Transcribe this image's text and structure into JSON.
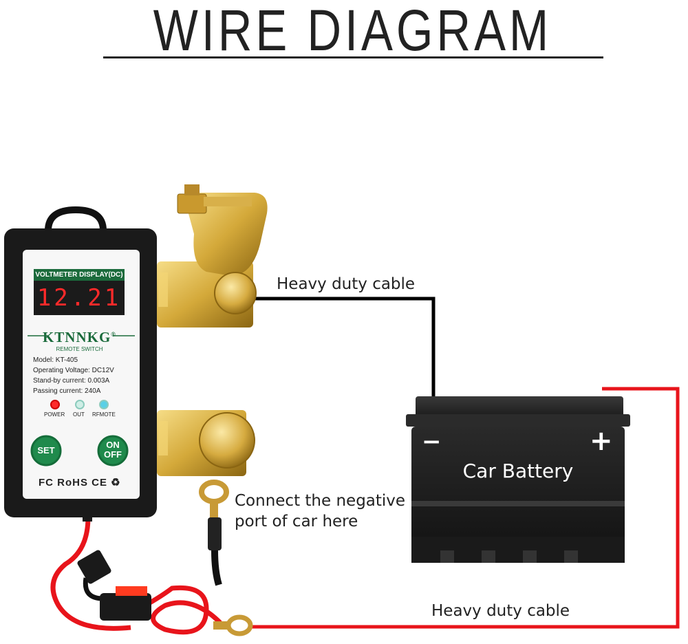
{
  "title": "WIRE DIAGRAM",
  "labels": {
    "top_cable": "Heavy duty cable",
    "bottom_cable": "Heavy duty cable",
    "negative_port_line1": "Connect the negative",
    "negative_port_line2": "port of car here"
  },
  "device": {
    "display_header": "VOLTMETER DISPLAY(DC)",
    "display_value": "12.21",
    "brand": "KTNNKG",
    "brand_mark": "®",
    "subtitle": "REMOTE SWITCH",
    "specs": [
      "Model: KT-405",
      "Operating Voltage: DC12V",
      "Stand-by current: 0.003A",
      "Passing current: 240A"
    ],
    "leds": [
      "POWER",
      "OUT",
      "RFMOTE"
    ],
    "set_button": "SET",
    "on_off_line1": "ON",
    "on_off_line2": "OFF",
    "certifications": "FC RoHS CE ♻"
  },
  "battery": {
    "label": "Car Battery",
    "negative_sign": "−",
    "positive_sign": "+"
  },
  "colors": {
    "negative_cable": "#000000",
    "positive_cable": "#e8141b",
    "device_accent": "#1b6b3c",
    "display_digits": "#ff2a2a",
    "brass": "#d4a93a"
  },
  "icons": [
    "battery-terminal-clamp",
    "ring-terminal",
    "fuse-holder",
    "car-battery"
  ]
}
